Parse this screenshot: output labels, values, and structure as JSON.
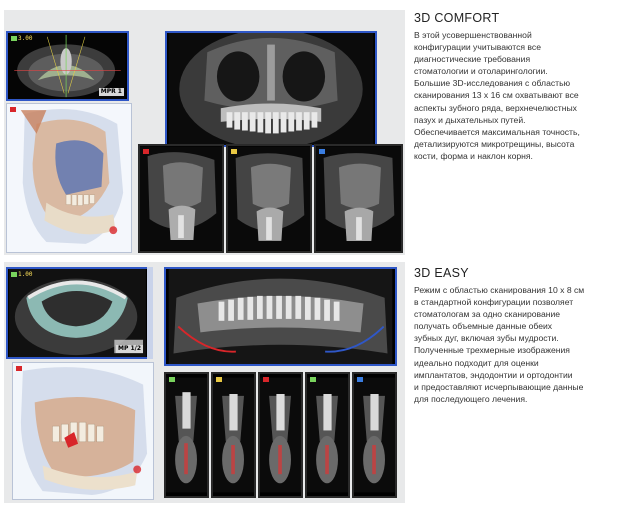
{
  "sections": [
    {
      "title": "3D COMFORT",
      "lines": [
        "В этой усовершенствованной",
        "конфигурации учитываются все",
        "диагностические требования",
        "стоматологии и отоларингологии.",
        "Большие 3D-исследования с областью",
        "сканирования 13 х 16 см охватывают все",
        "аспекты зубного ряда, верхнечелюстных",
        "пазух и дыхательных путей.",
        "Обеспечивается максимальная точность,",
        "детализируются микротрещины, высота",
        "кости, форма и наклон корня."
      ],
      "viewer": {
        "mpr_label": "MPR 1",
        "vol_label": "3.00"
      }
    },
    {
      "title": "3D EASY",
      "lines": [
        "Режим с областью сканирования 10 х 8 см",
        "в стандартной конфигурации позволяет",
        "стоматологам за одно сканирование",
        "получать объемные данные обеих",
        "зубных дуг, включая зубы мудрости.",
        "Полученные трехмерные изображения",
        "идеально подходит для оценки",
        "имплантатов, эндодонтии и ортодонтии",
        "и предоставляют исчерпывающие данные",
        "для последующего лечения."
      ],
      "viewer": {
        "mpr_label": "MP 1/2",
        "vol_label": "1.00"
      }
    }
  ],
  "colors": {
    "frame_blue": "#2f57c7",
    "label_yellow": "#ffe25a",
    "marker_red": "#d8262a",
    "text_dark": "#333333"
  }
}
